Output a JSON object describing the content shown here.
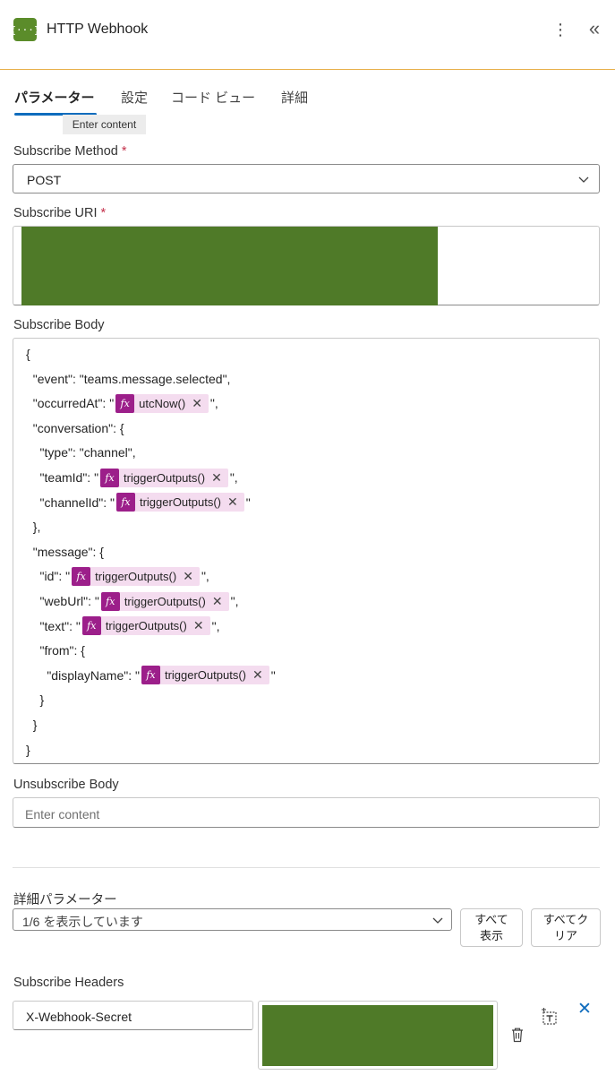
{
  "header": {
    "icon_text": "{···}",
    "title": "HTTP Webhook",
    "more_glyph": "⋮",
    "collapse_glyph": "«"
  },
  "tabs": [
    {
      "label": "パラメーター",
      "active": true
    },
    {
      "label": "設定",
      "active": false
    },
    {
      "label": "コード ビュー",
      "active": false
    },
    {
      "label": "詳細",
      "active": false
    }
  ],
  "tooltip": "Enter content",
  "subscribe_method": {
    "label": "Subscribe Method",
    "required_mark": "*",
    "value": "POST"
  },
  "subscribe_uri": {
    "label": "Subscribe URI",
    "required_mark": "*"
  },
  "subscribe_body": {
    "label": "Subscribe Body",
    "lines": [
      {
        "t1": "{"
      },
      {
        "t1": "  \"event\": \"teams.message.selected\","
      },
      {
        "t1": "  \"occurredAt\": \"",
        "token": "utcNow()",
        "t2": "\","
      },
      {
        "t1": "  \"conversation\": {"
      },
      {
        "t1": "    \"type\": \"channel\","
      },
      {
        "t1": "    \"teamId\": \"",
        "token": "triggerOutputs()",
        "t2": "\","
      },
      {
        "t1": "    \"channelId\": \"",
        "token": "triggerOutputs()",
        "t2": "\""
      },
      {
        "t1": "  },"
      },
      {
        "t1": "  \"message\": {"
      },
      {
        "t1": "    \"id\": \"",
        "token": "triggerOutputs()",
        "t2": "\","
      },
      {
        "t1": "    \"webUrl\": \"",
        "token": "triggerOutputs()",
        "t2": "\","
      },
      {
        "t1": "    \"text\": \"",
        "token": "triggerOutputs()",
        "t2": "\","
      },
      {
        "t1": "    \"from\": {"
      },
      {
        "t1": "      \"displayName\": \"",
        "token": "triggerOutputs()",
        "t2": "\""
      },
      {
        "t1": "    }"
      },
      {
        "t1": "  }"
      },
      {
        "t1": "}"
      }
    ],
    "token_icon_text": "fx",
    "token_remove_glyph": "✕"
  },
  "unsubscribe_body": {
    "label": "Unsubscribe Body",
    "placeholder": "Enter content"
  },
  "advanced": {
    "label": "詳細パラメーター",
    "dropdown_value": "1/6 を表示しています",
    "show_all_line1": "すべて",
    "show_all_line2": "表示",
    "clear_all_line1": "すべてク",
    "clear_all_line2": "リア"
  },
  "subscribe_headers": {
    "label": "Subscribe Headers",
    "key": "X-Webhook-Secret",
    "remove_glyph": "✕"
  },
  "colors": {
    "accent": "#0f6cbd",
    "header_border": "#e8b04a",
    "token_bg": "#f4dcef",
    "token_icon": "#9c1f8a",
    "redaction": "#4f7a28",
    "app_icon": "#5b8c2a",
    "required": "#c4314b"
  }
}
